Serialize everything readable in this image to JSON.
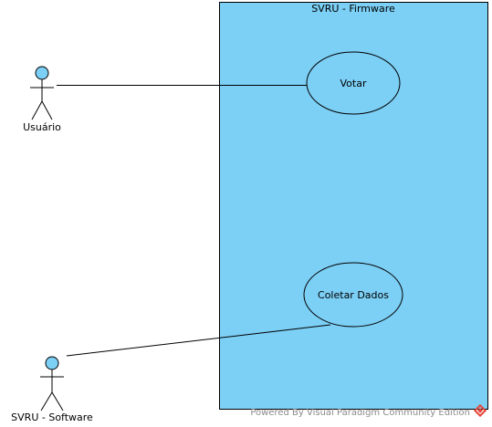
{
  "diagram": {
    "system": {
      "title": "SVRU - Firmware"
    },
    "actors": [
      {
        "label": "Usuário"
      },
      {
        "label": "SVRU - Software"
      }
    ],
    "use_cases": [
      {
        "label": "Votar"
      },
      {
        "label": "Coletar Dados"
      }
    ],
    "associations": [
      {
        "actor": "Usuário",
        "use_case": "Votar"
      },
      {
        "actor": "SVRU - Software",
        "use_case": "Coletar Dados"
      }
    ],
    "watermark": "Powered By Visual Paradigm Community Edition"
  },
  "colors": {
    "system_fill": "#7ccff5",
    "actor_head": "#7ccff5",
    "use_case_fill": "#7ccff5",
    "line": "#000000",
    "watermark_logo": "#e5463c"
  }
}
